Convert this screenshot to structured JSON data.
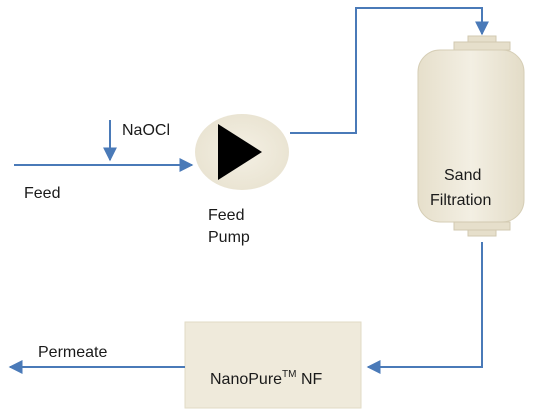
{
  "labels": {
    "naocl": "NaOCl",
    "feed": "Feed",
    "feed_pump_line1": "Feed",
    "feed_pump_line2": "Pump",
    "sand_filtration_line1": "Sand",
    "sand_filtration_line2": "Filtration",
    "permeate": "Permeate",
    "nanopure_main": "NanoPure",
    "nanopure_tm": "TM",
    "nanopure_suffix": " NF"
  },
  "colors": {
    "flow_line": "#4a7ab8",
    "pump_fill": "#efeadb",
    "filter_fill": "#efeadb",
    "nf_fill": "#efeadb"
  },
  "icons": {
    "pump": "pump-icon",
    "sand_filter": "sand-filter-vessel-icon"
  }
}
